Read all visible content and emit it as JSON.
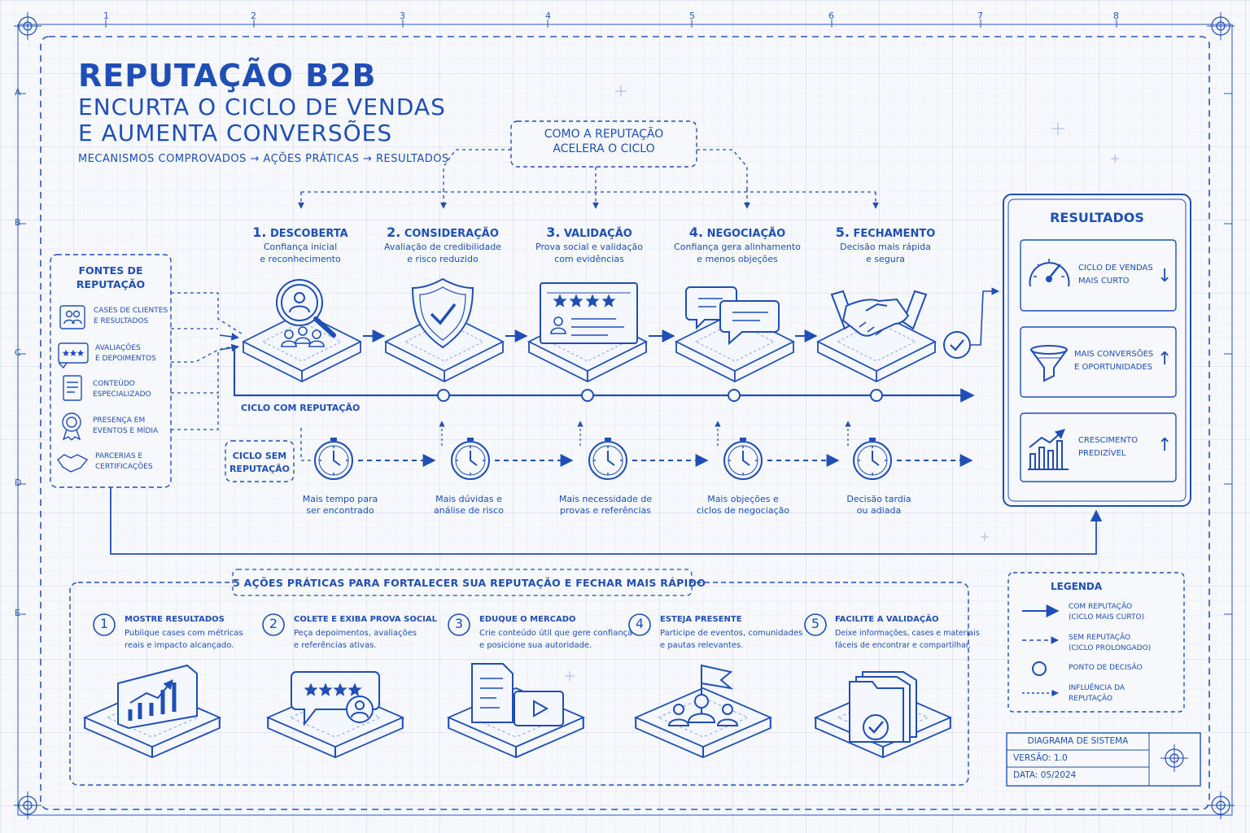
{
  "header": {
    "title": "REPUTAÇÃO B2B",
    "subtitle_line1": "ENCURTA O CICLO DE VENDAS",
    "subtitle_line2": "E AUMENTA CONVERSÕES",
    "tagline": "MECANISMOS COMPROVADOS → AÇÕES PRÁTICAS → RESULTADOS"
  },
  "grid": {
    "columns": [
      "1",
      "2",
      "3",
      "4",
      "5",
      "6",
      "7",
      "8"
    ],
    "rows": [
      "A",
      "B",
      "C",
      "D",
      "E"
    ]
  },
  "accelerate_box": {
    "line1": "COMO A REPUTAÇÃO",
    "line2": "ACELERA O CICLO"
  },
  "sources": {
    "title_line1": "FONTES DE",
    "title_line2": "REPUTAÇÃO",
    "items": [
      {
        "icon": "client-cases-icon",
        "line1": "CASES DE CLIENTES",
        "line2": "E RESULTADOS"
      },
      {
        "icon": "stars-review-icon",
        "line1": "AVALIAÇÕES",
        "line2": "E DEPOIMENTOS"
      },
      {
        "icon": "document-icon",
        "line1": "CONTEÚDO",
        "line2": "ESPECIALIZADO"
      },
      {
        "icon": "award-badge-icon",
        "line1": "PRESENÇA EM",
        "line2": "EVENTOS E MÍDIA"
      },
      {
        "icon": "handshake-icon",
        "line1": "PARCERIAS E",
        "line2": "CERTIFICAÇÕES"
      }
    ]
  },
  "stages": [
    {
      "num": "1.",
      "name": "DESCOBERTA",
      "desc1": "Confiança inicial",
      "desc2": "e reconhecimento",
      "icon": "search-people-icon"
    },
    {
      "num": "2.",
      "name": "CONSIDERAÇÃO",
      "desc1": "Avaliação de credibilidade",
      "desc2": "e risco reduzido",
      "icon": "shield-check-icon"
    },
    {
      "num": "3.",
      "name": "VALIDAÇÃO",
      "desc1": "Prova social e validação",
      "desc2": "com evidências",
      "icon": "review-card-icon"
    },
    {
      "num": "4.",
      "name": "NEGOCIAÇÃO",
      "desc1": "Confiança gera alinhamento",
      "desc2": "e menos objeções",
      "icon": "chat-bubbles-icon"
    },
    {
      "num": "5.",
      "name": "FECHAMENTO",
      "desc1": "Decisão mais rápida",
      "desc2": "e segura",
      "icon": "handshake-icon"
    }
  ],
  "cycle_with_label": "CICLO COM REPUTAÇÃO",
  "cycle_without": {
    "label_line1": "CICLO SEM",
    "label_line2": "REPUTAÇÃO",
    "steps": [
      {
        "line1": "Mais tempo para",
        "line2": "ser encontrado"
      },
      {
        "line1": "Mais dúvidas e",
        "line2": "análise de risco"
      },
      {
        "line1": "Mais necessidade de",
        "line2": "provas e referências"
      },
      {
        "line1": "Mais objeções e",
        "line2": "ciclos de negociação"
      },
      {
        "line1": "Decisão tardia",
        "line2": "ou adiada"
      }
    ]
  },
  "results": {
    "title": "RESULTADOS",
    "items": [
      {
        "icon": "speedometer-icon",
        "line1": "CICLO DE VENDAS",
        "line2": "MAIS CURTO",
        "arrow": "↓"
      },
      {
        "icon": "funnel-icon",
        "line1": "MAIS CONVERSÕES",
        "line2": "E OPORTUNIDADES",
        "arrow": "↑"
      },
      {
        "icon": "growth-chart-icon",
        "line1": "CRESCIMENTO",
        "line2": "PREDIZÍVEL",
        "arrow": "↑"
      }
    ]
  },
  "actions": {
    "title": "5 AÇÕES PRÁTICAS PARA FORTALECER SUA REPUTAÇÃO E FECHAR MAIS RÁPIDO",
    "items": [
      {
        "num": "1",
        "title": "MOSTRE RESULTADOS",
        "line1": "Publique cases com métricas",
        "line2": "reais e impacto alcançado.",
        "icon": "chart-screen-icon"
      },
      {
        "num": "2",
        "title": "COLETE E EXIBA PROVA SOCIAL",
        "line1": "Peça depoimentos, avaliações",
        "line2": "e referências ativas.",
        "icon": "review-bubble-icon"
      },
      {
        "num": "3",
        "title": "EDUQUE O MERCADO",
        "line1": "Crie conteúdo útil que gere confiança",
        "line2": "e posicione sua autoridade.",
        "icon": "content-video-icon"
      },
      {
        "num": "4",
        "title": "ESTEJA PRESENTE",
        "line1": "Participe de eventos, comunidades",
        "line2": "e pautas relevantes.",
        "icon": "people-flag-icon"
      },
      {
        "num": "5",
        "title": "FACILITE A VALIDAÇÃO",
        "line1": "Deixe informações, cases e materiais",
        "line2": "fáceis de encontrar e compartilhar.",
        "icon": "folder-check-icon"
      }
    ]
  },
  "legend": {
    "title": "LEGENDA",
    "items": [
      {
        "line1": "COM REPUTAÇÃO",
        "line2": "(CICLO MAIS CURTO)"
      },
      {
        "line1": "SEM REPUTAÇÃO",
        "line2": "(CICLO PROLONGADO)"
      },
      {
        "line1": "PONTO DE DECISÃO",
        "line2": ""
      },
      {
        "line1": "INFLUÊNCIA DA",
        "line2": "REPUTAÇÃO"
      }
    ]
  },
  "title_block": {
    "name": "DIAGRAMA DE SISTEMA",
    "version": "VERSÃO: 1.0",
    "date": "DATA: 05/2024"
  },
  "colors": {
    "ink": "#1f4fb6",
    "ink_light": "#5b7fcf",
    "paper": "#f6f8fc"
  }
}
